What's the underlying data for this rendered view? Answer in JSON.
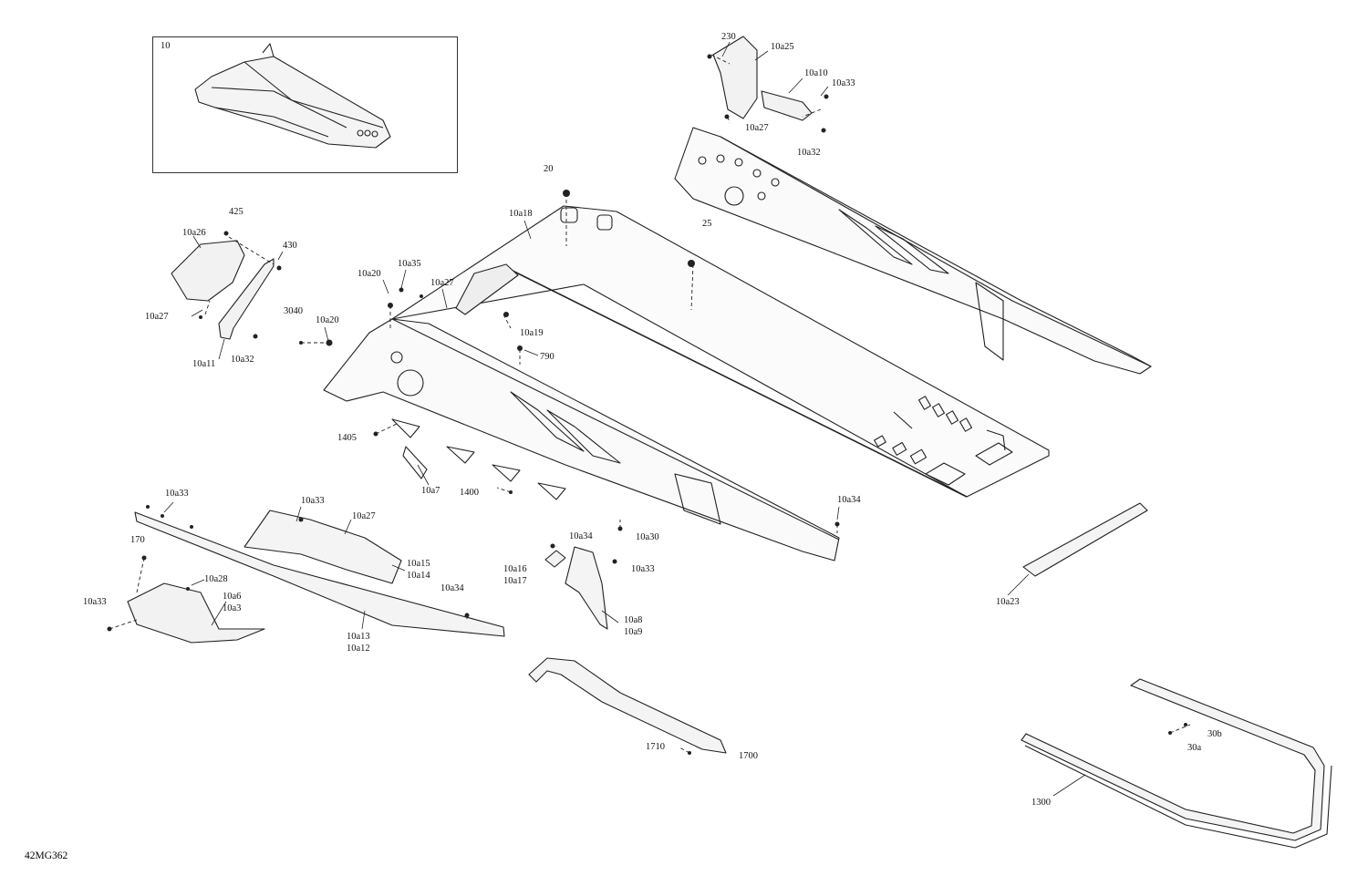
{
  "diagram_code": "42MG362",
  "inset": {
    "label": "10"
  },
  "labels": {
    "p230": "230",
    "p10a25": "10a25",
    "p10a10": "10a10",
    "p10a33_top": "10a33",
    "p10a27_top": "10a27",
    "p10a32_top": "10a32",
    "p20": "20",
    "p10a18": "10a18",
    "p25": "25",
    "p425": "425",
    "p10a26": "10a26",
    "p430": "430",
    "p10a27_left": "10a27",
    "p10a11": "10a11",
    "p10a32_left": "10a32",
    "p10a20_a": "10a20",
    "p10a35": "10a35",
    "p10a27_mid": "10a27",
    "p3040": "3040",
    "p10a20_b": "10a20",
    "p10a19": "10a19",
    "p790": "790",
    "p1405": "1405",
    "p10a7": "10a7",
    "p1400": "1400",
    "p10a34_right": "10a34",
    "p10a30": "10a30",
    "p10a33_ll": "10a33",
    "p10a33_lm": "10a33",
    "p10a27_ll": "10a27",
    "p170": "170",
    "p10a28": "10a28",
    "p10a33_far": "10a33",
    "p10a6": "10a6",
    "p10a3": "10a3",
    "p10a15": "10a15",
    "p10a14": "10a14",
    "p10a34_low": "10a34",
    "p10a13": "10a13",
    "p10a12": "10a12",
    "p10a34_c": "10a34",
    "p10a16": "10a16",
    "p10a17": "10a17",
    "p10a33_c": "10a33",
    "p10a8": "10a8",
    "p10a9": "10a9",
    "p10a23": "10a23",
    "p1710": "1710",
    "p1700": "1700",
    "p30b": "30b",
    "p30a": "30a",
    "p1300": "1300"
  }
}
